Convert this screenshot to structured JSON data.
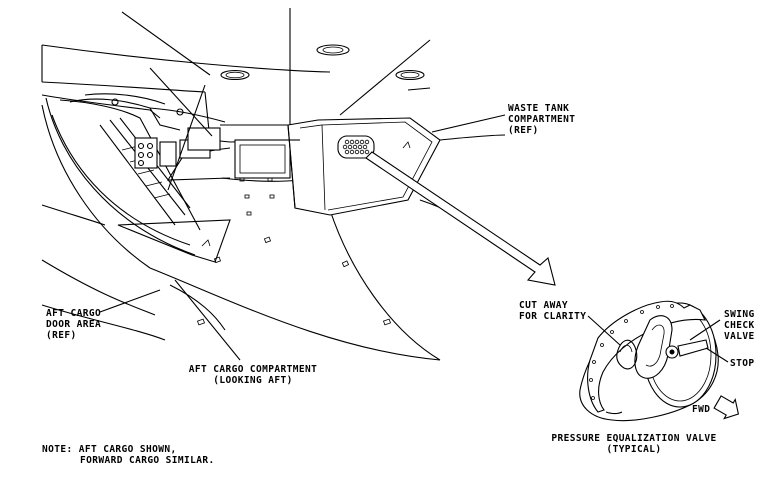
{
  "labels": {
    "waste_tank": [
      "WASTE TANK",
      "COMPARTMENT",
      "(REF)"
    ],
    "aft_cargo_door": [
      "AFT CARGO",
      "DOOR AREA",
      "(REF)"
    ],
    "aft_cargo_compartment": [
      "AFT CARGO COMPARTMENT",
      "(LOOKING AFT)"
    ],
    "cut_away": [
      "CUT AWAY",
      "FOR CLARITY"
    ],
    "swing_check_valve": [
      "SWING",
      "CHECK",
      "VALVE"
    ],
    "stop": "STOP",
    "fwd": "FWD",
    "valve_title": [
      "PRESSURE EQUALIZATION VALVE",
      "(TYPICAL)"
    ],
    "note": [
      "NOTE: AFT CARGO SHOWN,",
      "FORWARD CARGO SIMILAR."
    ]
  }
}
